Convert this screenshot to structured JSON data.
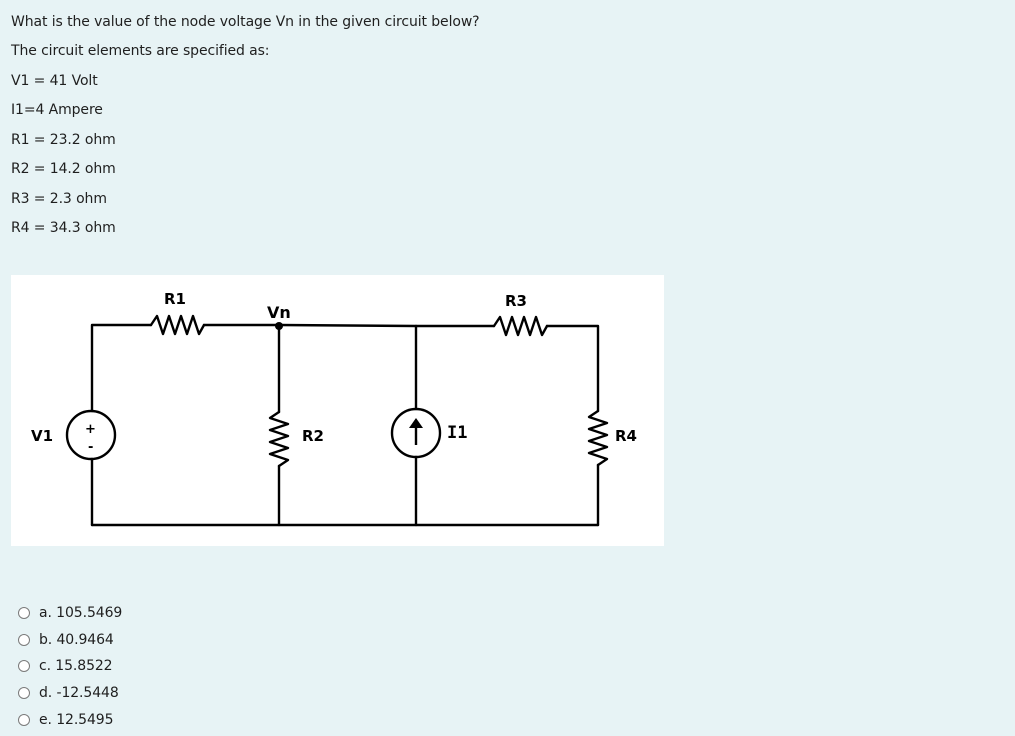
{
  "question": {
    "prompt": "What is the value of the node voltage Vn in the given circuit below?",
    "spec_intro": "The circuit elements are specified as:",
    "specs": [
      "V1 = 41 Volt",
      "I1=4 Ampere",
      "R1 = 23.2 ohm",
      "R2 = 14.2 ohm",
      "R3 = 2.3 ohm",
      "R4 = 34.3 ohm"
    ]
  },
  "circuit": {
    "labels": {
      "r1": "R1",
      "vn": "Vn",
      "r3": "R3",
      "v1": "V1",
      "r2": "R2",
      "i1": "I1",
      "r4": "R4",
      "plus": "+",
      "minus": "-"
    }
  },
  "options": [
    {
      "label": "a. 105.5469",
      "selected": false
    },
    {
      "label": "b. 40.9464",
      "selected": false
    },
    {
      "label": "c. 15.8522",
      "selected": false
    },
    {
      "label": "d. -12.5448",
      "selected": false
    },
    {
      "label": "e. 12.5495",
      "selected": false
    }
  ]
}
